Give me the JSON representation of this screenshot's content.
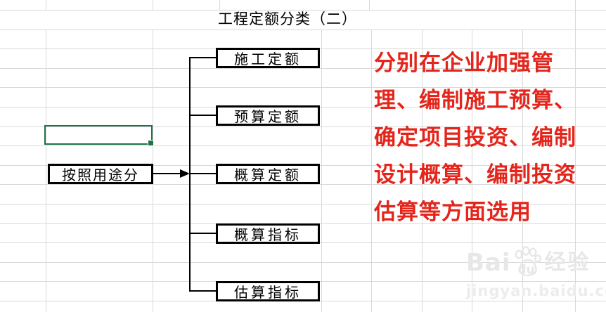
{
  "sheet": {
    "title": "工程定额分类（二）"
  },
  "diagram": {
    "root_label": "按照用途分",
    "children": [
      "施工定额",
      "预算定额",
      "概算定额",
      "概算指标",
      "估算指标"
    ]
  },
  "annotation": {
    "lines": [
      "分别在企业加强管",
      "理、编制施工预算、",
      "确定项目投资、编制",
      "设计概算、编制投资",
      "估算等方面选用"
    ],
    "color": "#e4251b"
  },
  "selection": {
    "color": "#217346"
  },
  "watermark": {
    "brand_prefix": "Bai",
    "brand_suffix": "du",
    "brand_cn": "经验",
    "url": "jingyan.baidu.com"
  }
}
